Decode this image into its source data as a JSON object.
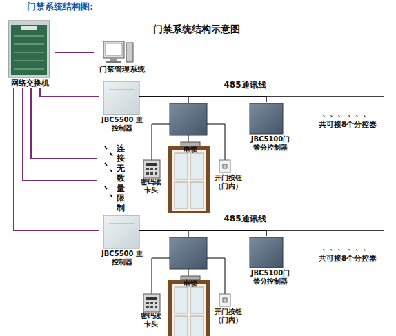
{
  "diagram": {
    "title": "门禁系统结构示意图",
    "nodes": [
      {
        "text": [
          "网络交换机"
        ]
      },
      {
        "text": [
          "门禁管理系统"
        ]
      },
      {
        "text": [
          "JBC5500 主控制器"
        ]
      },
      {
        "text": [
          "电锁"
        ]
      },
      {
        "text": [
          "密码读卡头"
        ]
      },
      {
        "text": [
          "开门按钮（门内）"
        ]
      },
      {
        "text": [
          "JBC5100门禁分控制器"
        ]
      },
      {
        "text": [
          "JBC5500 主控制器"
        ]
      },
      {
        "text": [
          "电锁"
        ]
      },
      {
        "text": [
          "密码读卡头"
        ]
      },
      {
        "text": [
          "开门按钮（门内）"
        ]
      },
      {
        "text": [
          "JBC5100门禁分控制器"
        ]
      }
    ],
    "edges": [
      {
        "from": 0,
        "to": 1,
        "arrow": "none"
      },
      {
        "from": 0,
        "to": 2,
        "arrow": "none"
      },
      {
        "from": 0,
        "to": 7,
        "arrow": "none"
      },
      {
        "from": 2,
        "to": 6,
        "arrow": "none"
      },
      {
        "from": 7,
        "to": 11,
        "arrow": "none"
      }
    ],
    "labels": [
      "门禁系统结构图:",
      "485通讯线",
      "、、、 、、、",
      "共可接8个分控器",
      "连接无数量限制",
      "485通讯线",
      "、、、 、、、",
      "共可接8个分控器"
    ]
  }
}
